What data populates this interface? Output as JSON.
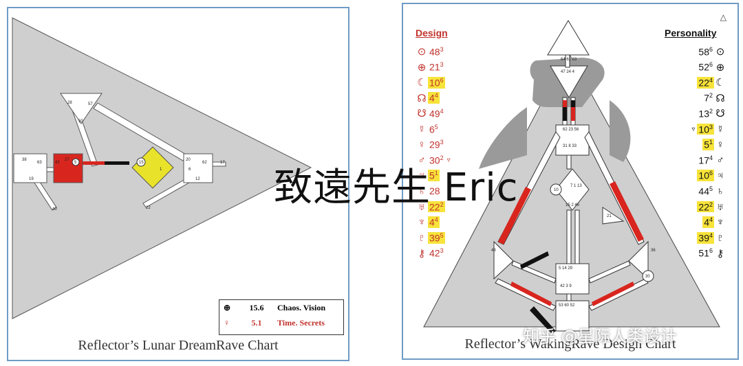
{
  "left_chart": {
    "caption": "Reflector’s Lunar DreamRave Chart",
    "centers": [
      {
        "id": "top-triangle",
        "gates": [
          "28",
          "57",
          "50"
        ]
      },
      {
        "id": "left-box",
        "gates": [
          "38",
          "63",
          "19",
          "40"
        ]
      },
      {
        "id": "red-box",
        "gates": [
          "42",
          "27",
          "5"
        ]
      },
      {
        "id": "yellow-diamond",
        "gates": [
          "15",
          "1"
        ]
      },
      {
        "id": "right-box",
        "gates": [
          "20",
          "62",
          "6",
          "12",
          "17",
          "22"
        ]
      }
    ],
    "legend": [
      {
        "symbol_icon": "earth-icon",
        "value": "15.6",
        "label": "Chaos. Vision"
      },
      {
        "symbol_icon": "venus-icon",
        "value": "5.1",
        "label": "Time. Secrets"
      }
    ]
  },
  "right_chart": {
    "caption": "Reflector’s WakingRave Design Chart",
    "logo": "△",
    "design_header": "Design",
    "personality_header": "Personality",
    "design": [
      {
        "sym": "⊙",
        "gate": "48",
        "line": "3",
        "hl": false
      },
      {
        "sym": "⊕",
        "gate": "21",
        "line": "3",
        "hl": false
      },
      {
        "sym": "☾",
        "gate": "10",
        "line": "6",
        "hl": true
      },
      {
        "sym": "☊",
        "gate": "4",
        "line": "4",
        "hl": true
      },
      {
        "sym": "☋",
        "gate": "49",
        "line": "4",
        "hl": false
      },
      {
        "sym": "☿",
        "gate": "6",
        "line": "5",
        "hl": false
      },
      {
        "sym": "♀",
        "gate": "29",
        "line": "3",
        "hl": false
      },
      {
        "sym": "♂",
        "gate": "30",
        "line": "2",
        "hl": false,
        "mark": "▿"
      },
      {
        "sym": "♃",
        "gate": "5",
        "line": "1",
        "hl": true
      },
      {
        "sym": "♄",
        "gate": "28",
        "line": "",
        "hl": false
      },
      {
        "sym": "♅",
        "gate": "22",
        "line": "2",
        "hl": true
      },
      {
        "sym": "♆",
        "gate": "4",
        "line": "4",
        "hl": true
      },
      {
        "sym": "♇",
        "gate": "39",
        "line": "5",
        "hl": true
      },
      {
        "sym": "⚷",
        "gate": "42",
        "line": "3",
        "hl": false
      }
    ],
    "personality": [
      {
        "sym": "⊙",
        "gate": "58",
        "line": "6",
        "hl": false
      },
      {
        "sym": "⊕",
        "gate": "52",
        "line": "6",
        "hl": false
      },
      {
        "sym": "☾",
        "gate": "22",
        "line": "4",
        "hl": true
      },
      {
        "sym": "☊",
        "gate": "7",
        "line": "2",
        "hl": false
      },
      {
        "sym": "☋",
        "gate": "13",
        "line": "2",
        "hl": false
      },
      {
        "sym": "☿",
        "gate": "10",
        "line": "3",
        "hl": true,
        "mark": "▿"
      },
      {
        "sym": "♀",
        "gate": "5",
        "line": "1",
        "hl": true
      },
      {
        "sym": "♂",
        "gate": "17",
        "line": "4",
        "hl": false
      },
      {
        "sym": "♃",
        "gate": "10",
        "line": "6",
        "hl": true
      },
      {
        "sym": "♄",
        "gate": "44",
        "line": "5",
        "hl": false
      },
      {
        "sym": "♅",
        "gate": "22",
        "line": "2",
        "hl": true
      },
      {
        "sym": "♆",
        "gate": "4",
        "line": "4",
        "hl": true
      },
      {
        "sym": "♇",
        "gate": "39",
        "line": "4",
        "hl": true
      },
      {
        "sym": "⚷",
        "gate": "51",
        "line": "6",
        "hl": false
      }
    ]
  },
  "overlay": {
    "watermark": "致遠先生 Eric",
    "source": "知乎 @星际人类设计"
  },
  "colors": {
    "red": "#d8261f",
    "yellow": "#e9e22a",
    "gray": "#cfcfcf",
    "border": "#6e9bc4"
  }
}
